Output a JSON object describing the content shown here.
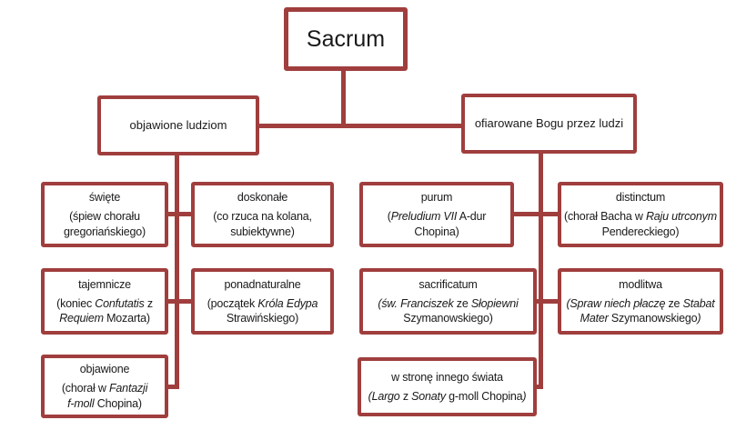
{
  "colors": {
    "accent": "#A03E3E",
    "text": "#1A1A1A",
    "background": "#FFFFFF"
  },
  "diagram": {
    "root": {
      "label": "Sacrum"
    },
    "branches": [
      {
        "label": "objawione ludziom"
      },
      {
        "label": "ofiarowane Bogu przez ludzi"
      }
    ],
    "nodes": {
      "swiete": {
        "title": "święte",
        "subtitle": [
          {
            "t": "(śpiew chorału\ngregoriańskiego)",
            "i": false
          }
        ]
      },
      "doskonale": {
        "title": "doskonałe",
        "subtitle": [
          {
            "t": "(co rzuca na kolana,\nsubiektywne)",
            "i": false
          }
        ]
      },
      "tajemnicze": {
        "title": "tajemnicze",
        "subtitle": [
          {
            "t": "(koniec ",
            "i": false
          },
          {
            "t": "Confutatis",
            "i": true
          },
          {
            "t": " z\n",
            "i": false
          },
          {
            "t": "Requiem",
            "i": true
          },
          {
            "t": " Mozarta)",
            "i": false
          }
        ]
      },
      "ponadnaturalne": {
        "title": "ponadnaturalne",
        "subtitle": [
          {
            "t": "(początek ",
            "i": false
          },
          {
            "t": "Króla Edypa",
            "i": true
          },
          {
            "t": "\nStrawińskiego)",
            "i": false
          }
        ]
      },
      "objawione": {
        "title": "objawione",
        "subtitle": [
          {
            "t": "(chorał w ",
            "i": false
          },
          {
            "t": "Fantazji\nf-moll",
            "i": true
          },
          {
            "t": " Chopina)",
            "i": false
          }
        ]
      },
      "purum": {
        "title": "purum",
        "subtitle": [
          {
            "t": "(",
            "i": false
          },
          {
            "t": "Preludium VII",
            "i": true
          },
          {
            "t": " A-dur\nChopina)",
            "i": false
          }
        ]
      },
      "distinctum": {
        "title": "distinctum",
        "subtitle": [
          {
            "t": "(chorał Bacha w ",
            "i": false
          },
          {
            "t": "Raju utrconym",
            "i": true
          },
          {
            "t": "\nPendereckiego)",
            "i": false
          }
        ]
      },
      "sacrificatum": {
        "title": "sacrificatum",
        "subtitle": [
          {
            "t": "(św. Franciszek",
            "i": true
          },
          {
            "t": " ze ",
            "i": false
          },
          {
            "t": "Słopiewni",
            "i": true
          },
          {
            "t": "\nSzymanowskiego)",
            "i": false
          }
        ]
      },
      "modlitwa": {
        "title": "modlitwa",
        "subtitle": [
          {
            "t": "(Spraw niech płaczę",
            "i": true
          },
          {
            "t": " ze ",
            "i": false
          },
          {
            "t": "Stabat\nMater",
            "i": true
          },
          {
            "t": " Szymanowskiego",
            "i": false
          },
          {
            "t": ")",
            "i": true
          }
        ]
      },
      "w_strone": {
        "title": "w stronę innego świata",
        "subtitle": [
          {
            "t": "(Largo",
            "i": true
          },
          {
            "t": " z ",
            "i": false
          },
          {
            "t": "Sonaty",
            "i": true
          },
          {
            "t": " g-moll Chopina",
            "i": false
          },
          {
            "t": ")",
            "i": true
          }
        ]
      }
    }
  }
}
